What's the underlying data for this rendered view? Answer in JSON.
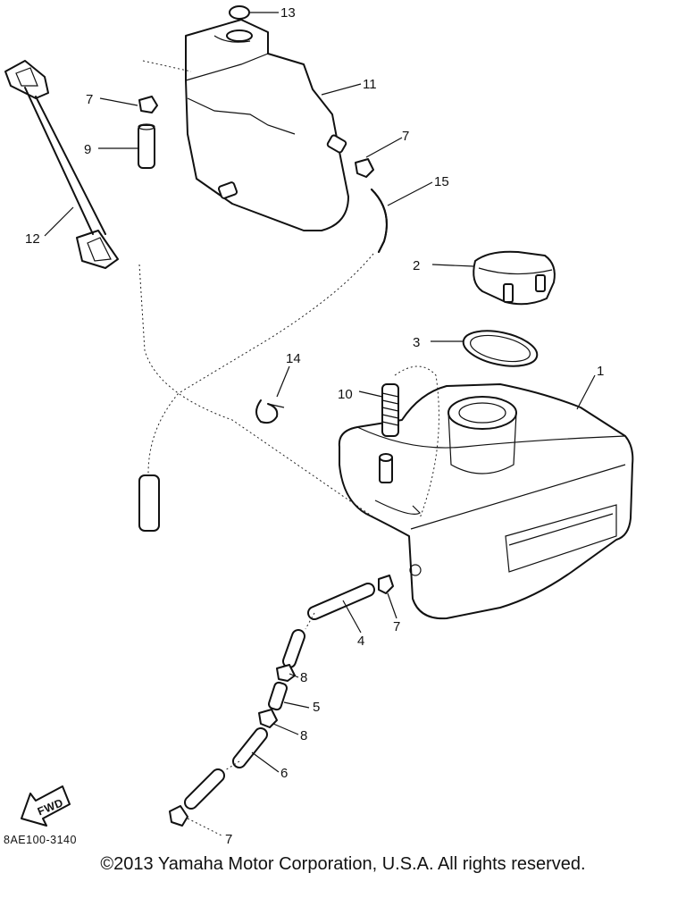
{
  "diagram": {
    "callouts": {
      "c1": "1",
      "c2": "2",
      "c3": "3",
      "c4": "4",
      "c5": "5",
      "c6": "6",
      "c7a": "7",
      "c7b": "7",
      "c7c": "7",
      "c7d": "7",
      "c8a": "8",
      "c8b": "8",
      "c9": "9",
      "c10": "10",
      "c11": "11",
      "c12": "12",
      "c13": "13",
      "c14": "14",
      "c15": "15"
    },
    "fwd_label": "FWD",
    "figure_code": "8AE100-3140"
  },
  "footer": {
    "copyright": "©2013 Yamaha Motor Corporation, U.S.A. All rights reserved."
  }
}
